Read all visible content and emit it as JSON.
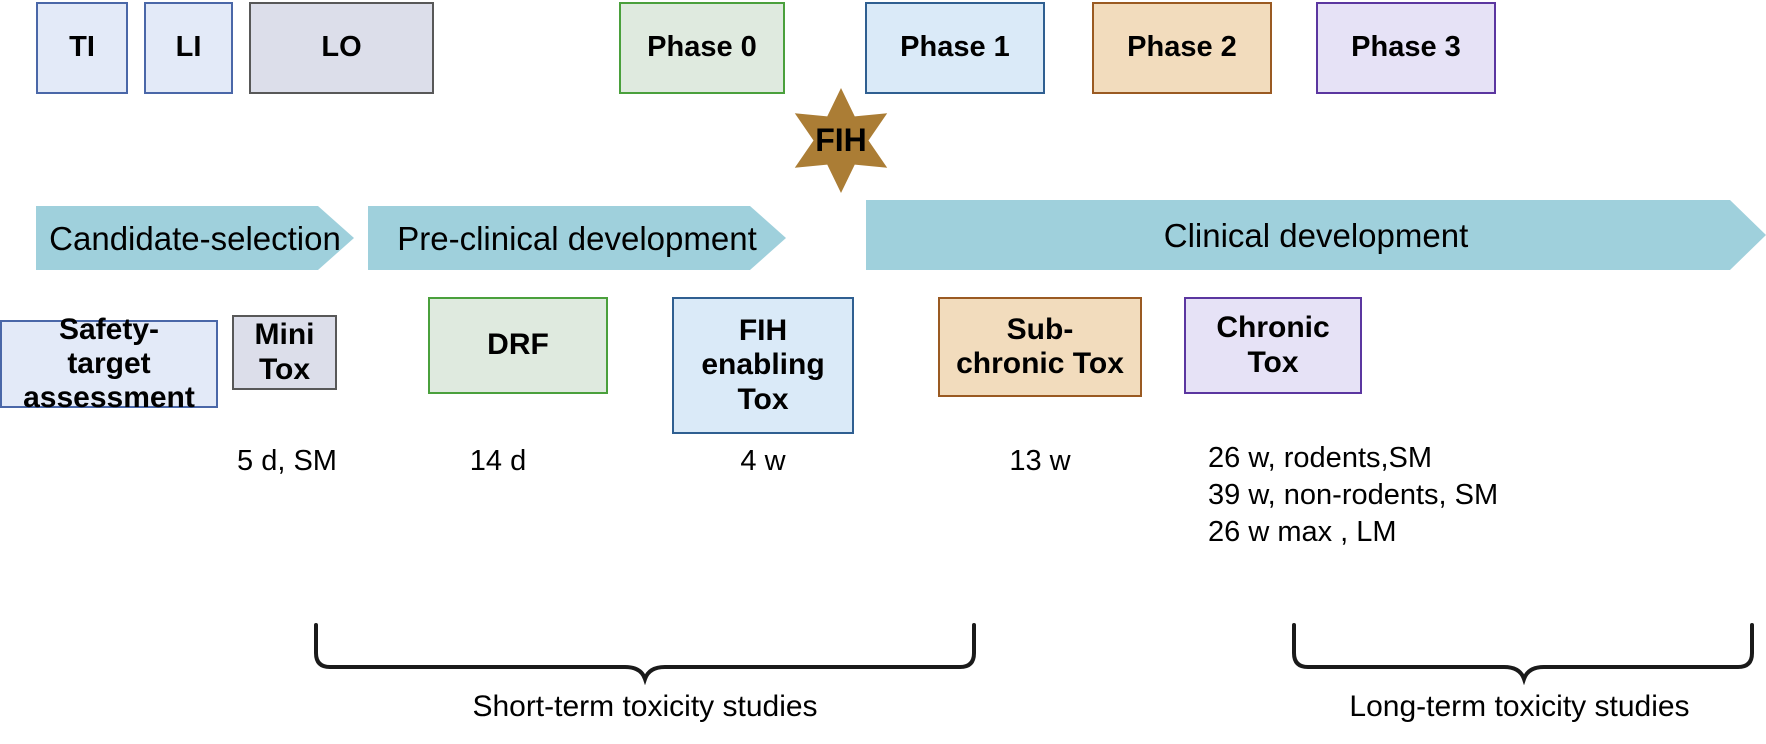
{
  "diagram": {
    "title": "Drug development timeline with toxicity studies",
    "colors": {
      "arrow_band": "#9fd0dc",
      "star": "#ab7d35",
      "blue_fill": "#e3eaf8",
      "blue_border": "#4a67a8",
      "gray_fill": "#dcdeea",
      "gray_border": "#585858",
      "green_fill": "#dfeadf",
      "green_border": "#4aa03c",
      "lightblue_fill": "#daeaf8",
      "lightblue_border": "#2f5f91",
      "tan_fill": "#f2dcbd",
      "tan_border": "#9a5a22",
      "purple_fill": "#e6e2f6",
      "purple_border": "#5b36a0",
      "brace": "#1a1a1a"
    }
  },
  "top_row": {
    "boxes": [
      {
        "label": "TI",
        "theme": "t-blue"
      },
      {
        "label": "LI",
        "theme": "t-blue"
      },
      {
        "label": "LO",
        "theme": "t-gray"
      },
      {
        "label": "Phase 0",
        "theme": "t-green"
      },
      {
        "label": "Phase 1",
        "theme": "t-lightblue"
      },
      {
        "label": "Phase 2",
        "theme": "t-tan"
      },
      {
        "label": "Phase 3",
        "theme": "t-purple"
      }
    ]
  },
  "milestone": {
    "label": "FIH"
  },
  "phase_bands": [
    {
      "label": "Candidate-selection"
    },
    {
      "label": "Pre-clinical development"
    },
    {
      "label": "Clinical development"
    }
  ],
  "study_row": {
    "boxes": [
      {
        "label": "Safety-\ntarget\nassessment",
        "theme": "t-blue"
      },
      {
        "label": "Mini\nTox",
        "theme": "t-gray"
      },
      {
        "label": "DRF",
        "theme": "t-green"
      },
      {
        "label": "FIH\nenabling\nTox",
        "theme": "t-lightblue"
      },
      {
        "label": "Sub-\nchronic Tox",
        "theme": "t-tan"
      },
      {
        "label": "Chronic\nTox",
        "theme": "t-purple"
      }
    ]
  },
  "durations": [
    {
      "text": "5 d, SM"
    },
    {
      "text": "14 d"
    },
    {
      "text": "4 w"
    },
    {
      "text": "13 w"
    },
    {
      "text": "26 w, rodents,SM\n39 w, non-rodents, SM\n26 w max , LM"
    }
  ],
  "braces": [
    {
      "label": "Short-term toxicity studies"
    },
    {
      "label": "Long-term toxicity studies"
    }
  ]
}
